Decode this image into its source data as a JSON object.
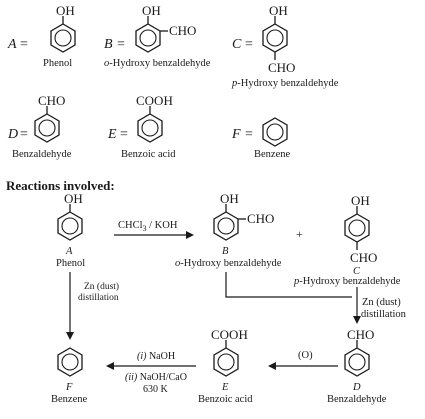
{
  "definitions": {
    "A": {
      "letter": "A",
      "name": "Phenol",
      "substituent": "OH"
    },
    "B": {
      "letter": "B",
      "name": "o-Hydroxy benzaldehyde",
      "sub_top": "OH",
      "sub_right": "CHO"
    },
    "C": {
      "letter": "C",
      "name": "p-Hydroxy benzaldehyde",
      "sub_top": "OH",
      "sub_bottom": "CHO"
    },
    "D": {
      "letter": "D",
      "name": "Benzaldehyde",
      "substituent": "CHO"
    },
    "E": {
      "letter": "E",
      "name": "Benzoic acid",
      "substituent": "COOH"
    },
    "F": {
      "letter": "F",
      "name": "Benzene"
    }
  },
  "equals": "=",
  "reactions_heading": "Reactions involved:",
  "scheme": {
    "phenol": {
      "sub": "OH",
      "letter": "A",
      "name": "Phenol"
    },
    "ortho": {
      "sub_top": "OH",
      "sub_right": "CHO",
      "letter": "B",
      "name": "o-Hydroxy benzaldehyde"
    },
    "plus": "+",
    "para": {
      "sub_top": "OH",
      "sub_bottom": "CHO",
      "letter": "C",
      "name": "p-Hydroxy benzaldehyde"
    },
    "reagent_main": "CHCl",
    "reagent_sub": "3",
    "reagent_rest": " / KOH",
    "zn_left_1": "Zn (dust)",
    "zn_left_2": "distillation",
    "zn_right_1": "Zn (dust)",
    "zn_right_2": "distillation",
    "benzaldehyde": {
      "sub": "CHO",
      "letter": "D",
      "name": "Benzaldehyde"
    },
    "oxidation": "(O)",
    "benzoic": {
      "sub": "COOH",
      "letter": "E",
      "name": "Benzoic acid"
    },
    "naoh_1_num": "(i)",
    "naoh_1_text": "NaOH",
    "naoh_2_num": "(ii)",
    "naoh_2_text": "NaOH/CaO",
    "naoh_3": "630 K",
    "benzene": {
      "letter": "F",
      "name": "Benzene"
    }
  }
}
